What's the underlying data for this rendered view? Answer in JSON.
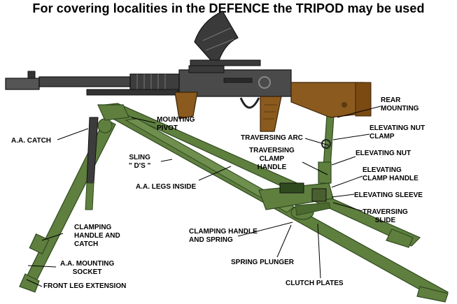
{
  "title": "For covering localities in the DEFENCE the TRIPOD may be used",
  "colors": {
    "leg_green": "#5f7f3f",
    "leg_dark": "#2f4a1f",
    "metal": "#4a4a4a",
    "wood": "#8b5a1e",
    "line": "#000000"
  },
  "labels": {
    "aa_catch": "A.A. CATCH",
    "mounting_pivot": "MOUNTING\nPIVOT",
    "sling_ds": "SLING\n\" D'S \"",
    "aa_legs_inside": "A.A. LEGS INSIDE",
    "rear_mounting": "REAR\nMOUNTING",
    "traversing_arc": "TRAVERSING ARC",
    "elevating_nut_clamp": "ELEVATING NUT\nCLAMP",
    "traversing_clamp_handle": "TRAVERSING\nCLAMP\nHANDLE",
    "elevating_nut": "ELEVATING NUT",
    "elevating_clamp_handle": "ELEVATING\nCLAMP HANDLE",
    "elevating_sleeve": "ELEVATING SLEEVE",
    "traversing_slide": "TRAVERSING\nSLIDE",
    "clamping_handle_and_catch": "CLAMPING\nHANDLE AND\nCATCH",
    "clamping_handle_and_spring": "CLAMPING HANDLE\nAND SPRING",
    "aa_mounting_socket": "A.A. MOUNTING\nSOCKET",
    "spring_plunger": "SPRING PLUNGER",
    "front_leg_extension": "FRONT LEG EXTENSION",
    "clutch_plates": "CLUTCH PLATES"
  }
}
